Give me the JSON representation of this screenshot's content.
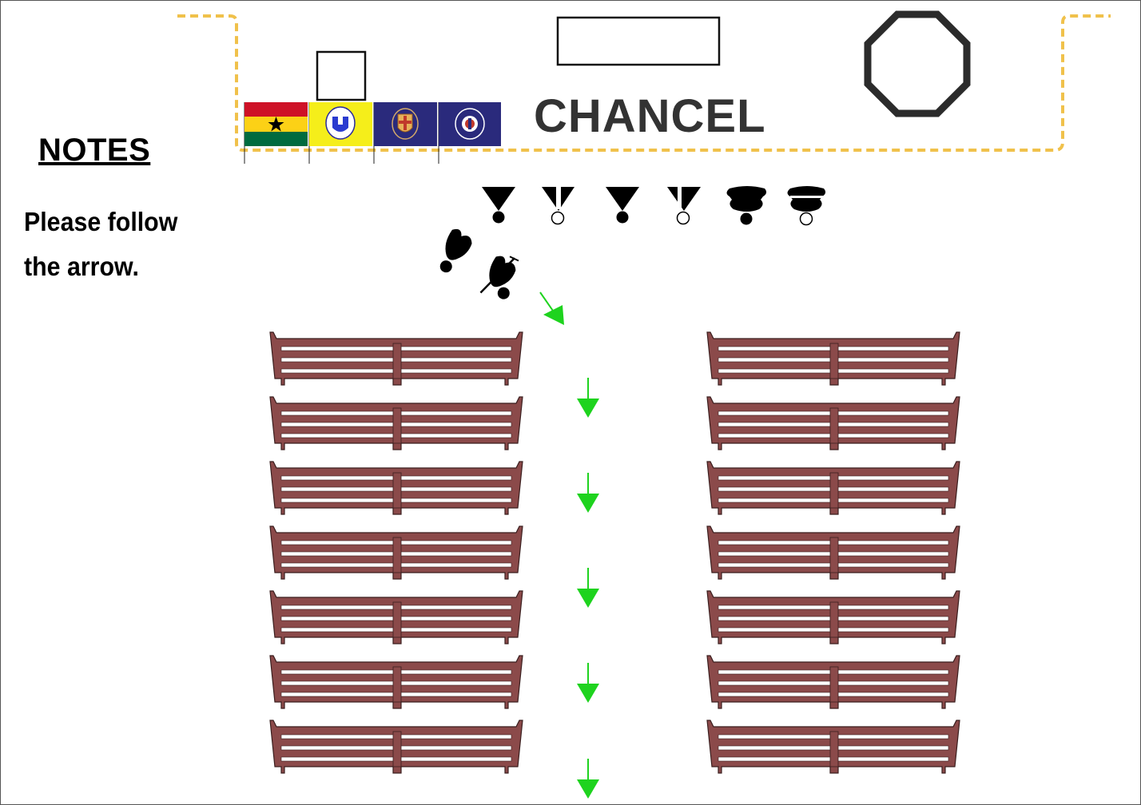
{
  "notes": {
    "title": "NOTES",
    "line1": "Please follow",
    "line2": "the arrow."
  },
  "chancel": {
    "label": "CHANCEL"
  },
  "flags": [
    {
      "name": "ghana-flag-icon"
    },
    {
      "name": "yellow-crest-flag-icon"
    },
    {
      "name": "navy-shield-flag-icon"
    },
    {
      "name": "navy-emblem-flag-icon"
    }
  ],
  "pews": {
    "rows_per_side": 7,
    "sides": [
      "left",
      "right"
    ]
  },
  "colors": {
    "pew": "#8b4a4a",
    "pew_outline": "#3a1e1e",
    "arrow": "#1ed31e",
    "chancel_border": "#f0c14b",
    "ghana_red": "#ce1126",
    "ghana_gold": "#fcd116",
    "ghana_green": "#006b3f",
    "crest_yellow": "#f5ee1a",
    "navy": "#2a2a7c"
  }
}
